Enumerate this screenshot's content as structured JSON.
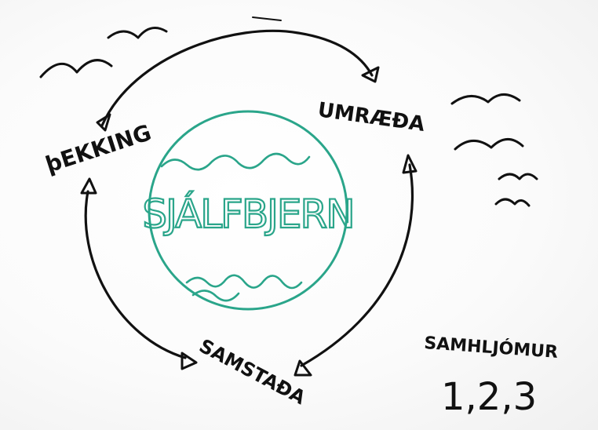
{
  "diagram": {
    "center": "SJÁLFBJERN",
    "nodes": [
      {
        "id": "thekking",
        "label": "þEKKING"
      },
      {
        "id": "umraeda",
        "label": "UMRÆÐA"
      },
      {
        "id": "samstada",
        "label": "SAMSTAÐA"
      }
    ],
    "side_label": "SAMHLJÓMUR",
    "numbers": "1,2,3"
  },
  "colors": {
    "ink": "#111111",
    "circle": "#2aa58a",
    "paper": "#ffffff"
  }
}
